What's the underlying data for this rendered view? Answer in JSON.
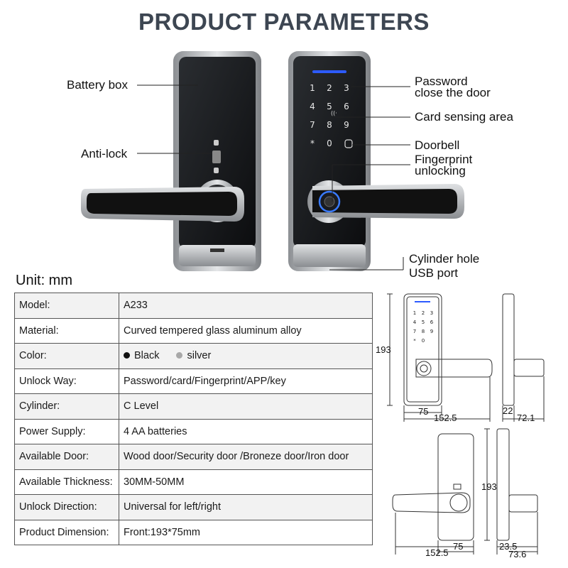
{
  "title": "PRODUCT PARAMETERS",
  "callouts": {
    "battery_box": "Battery box",
    "anti_lock": "Anti-lock",
    "password_line1": "Password",
    "password_line2": "close the door",
    "card_sensing": "Card sensing area",
    "doorbell": "Doorbell",
    "fingerprint_line1": "Fingerprint",
    "fingerprint_line2": "unlocking",
    "cylinder_hole": "Cylinder hole",
    "usb_port": "USB port"
  },
  "keypad": [
    "1",
    "2",
    "3",
    "4",
    "5",
    "6",
    "7",
    "8",
    "9",
    "*",
    "0"
  ],
  "unit_label": "Unit: mm",
  "params": [
    {
      "key": "Model:",
      "value": "A233"
    },
    {
      "key": "Material:",
      "value": "Curved tempered glass aluminum alloy"
    },
    {
      "key": "Color:",
      "colors": [
        {
          "name": "Black",
          "hex": "#111111"
        },
        {
          "name": "silver",
          "hex": "#a8a8a8"
        }
      ]
    },
    {
      "key": "Unlock Way:",
      "value": "Password/card/Fingerprint/APP/key"
    },
    {
      "key": "Cylinder:",
      "value": "C Level"
    },
    {
      "key": "Power Supply:",
      "value": "4 AA batteries"
    },
    {
      "key": "Available Door:",
      "value": "Wood door/Security door /Broneze door/Iron door"
    },
    {
      "key": "Available Thickness:",
      "value": "30MM-50MM"
    },
    {
      "key": "Unlock Direction:",
      "value": "Universal for left/right"
    },
    {
      "key": "Product Dimension:",
      "value": "Front:193*75mm"
    }
  ],
  "dimensions": {
    "front_height": "193",
    "front_width": "75",
    "front_total": "152.5",
    "side_depth_a": "22",
    "side_depth_b": "72.1",
    "back_height": "193",
    "back_total": "152.5",
    "back_width": "75",
    "back_side_a": "23.5",
    "back_side_b": "73.6"
  },
  "colors": {
    "title": "#3d4652",
    "lock_body": "#16181b",
    "trim": "#b9bcc0",
    "led_blue": "#2d5bff"
  }
}
